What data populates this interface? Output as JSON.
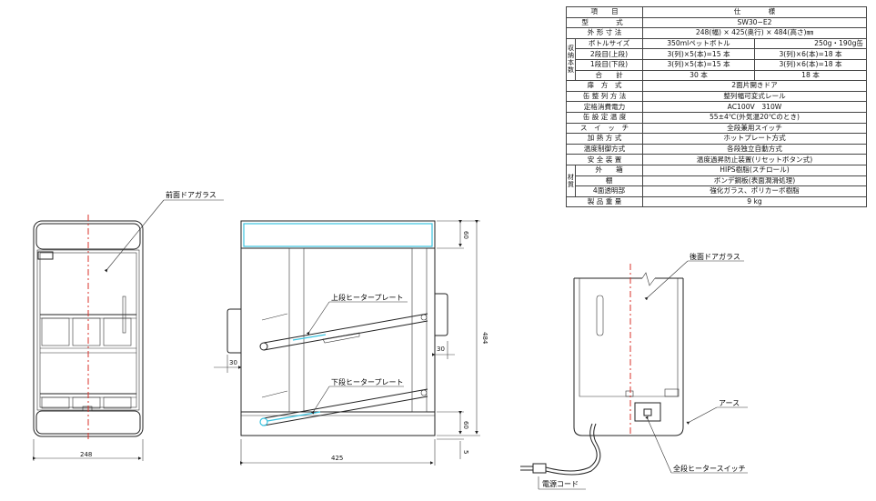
{
  "spec_table": {
    "header": {
      "item": "項　　目",
      "spec": "仕　　　　様"
    },
    "model": {
      "label": "型　　式",
      "value": "SW30−E2"
    },
    "dimensions": {
      "label": "外 形 寸 法",
      "value": "248(幅) × 425(奥行) × 484(高さ)㎜"
    },
    "capacity_group": "収納本数",
    "bottle_size": {
      "label": "ボトルサイズ",
      "col1": "350mlペットボトル",
      "col2": "250g・190g缶"
    },
    "tier2": {
      "label": "2段目(上段)",
      "col1": "3(列)×5(本)=15 本",
      "col2": "3(列)×6(本)=18 本"
    },
    "tier1": {
      "label": "1段目(下段)",
      "col1": "3(列)×5(本)=15 本",
      "col2": "3(列)×6(本)=18 本"
    },
    "total": {
      "label": "合　　計",
      "col1": "30 本",
      "col2": "18 本"
    },
    "door": {
      "label": "扉　方　式",
      "value": "2面片開きドア"
    },
    "can_arrangement": {
      "label": "缶 整 列 方 法",
      "value": "整列幅可変式レール"
    },
    "power": {
      "label": "定格消費電力",
      "value": "AC100V　310W"
    },
    "can_temp": {
      "label": "缶 設 定 温 度",
      "value": "55±4℃(外気温20℃のとき)"
    },
    "switch": {
      "label": "ス　イ　ッ　チ",
      "value": "全段兼用スイッチ"
    },
    "heating": {
      "label": "加 熱 方 式",
      "value": "ホットプレート方式"
    },
    "temp_control": {
      "label": "温度制御方式",
      "value": "各段独立自動方式"
    },
    "safety": {
      "label": "安 全 装 置",
      "value": "温度過昇防止装置(リセットボタン式)"
    },
    "material_group": "材質",
    "exterior": {
      "label": "外　　箱",
      "value": "HIPS樹脂(スチロール)"
    },
    "shelf": {
      "label": "棚",
      "value": "ボンデ鋼板(表面潤滑処理)"
    },
    "transparent": {
      "label": "4面透明部",
      "value": "強化ガラス、ポリカーボ樹脂"
    },
    "weight": {
      "label": "製 品 重 量",
      "value": "9 kg"
    }
  },
  "labels": {
    "front_door_glass": "前面ドアガラス",
    "upper_heater_plate": "上段ヒータープレート",
    "lower_heater_plate": "下段ヒータープレート",
    "rear_door_glass": "後面ドアガラス",
    "ground": "アース",
    "all_tier_heater_switch": "全段ヒータースイッチ",
    "power_cord": "電源コード"
  },
  "dimensions": {
    "front_width": "248",
    "side_depth": "425",
    "side_height": "484",
    "top_offset": "60",
    "bottom_offset": "60",
    "handle_left": "30",
    "handle_right": "30",
    "foot": "5"
  },
  "colors": {
    "glass": "#39c3e0",
    "centerline": "#d9312a",
    "line": "#222222"
  }
}
